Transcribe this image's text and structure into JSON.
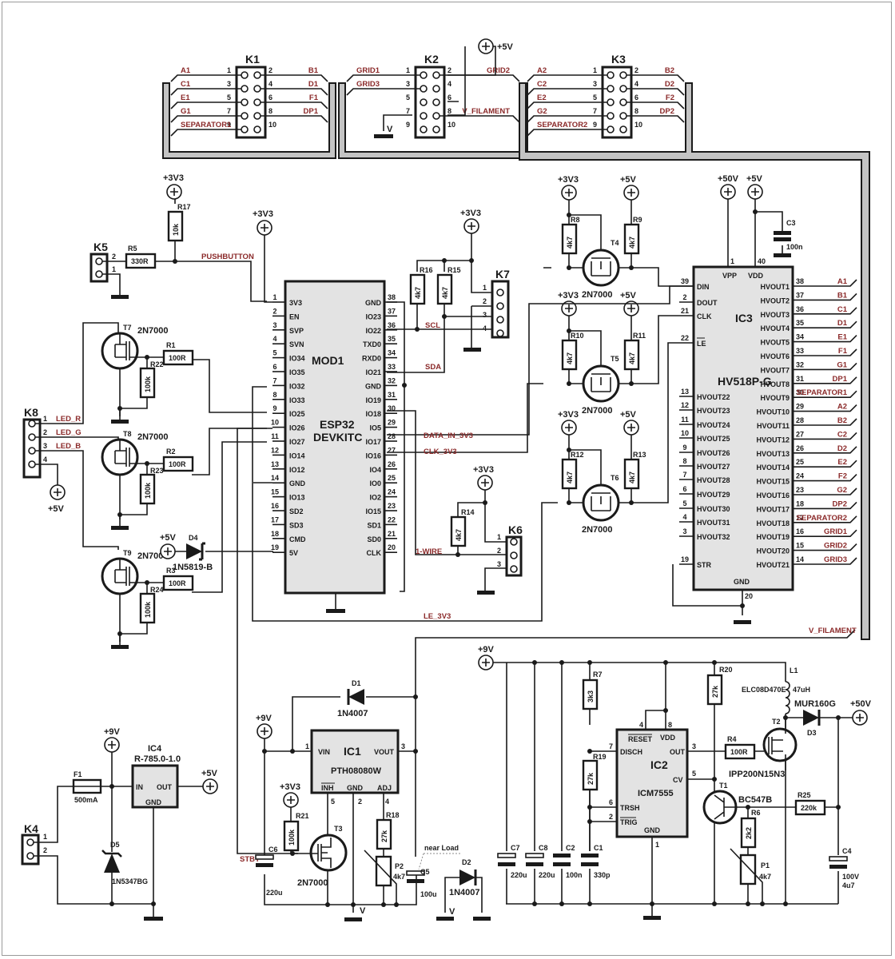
{
  "supplies": {
    "p3v3": "+3V3",
    "p5v": "+5V",
    "p9v": "+9V",
    "p50v": "+50V",
    "v": "V"
  },
  "connectors": {
    "K1": {
      "ref": "K1",
      "left_nets": [
        "A1",
        "C1",
        "E1",
        "G1",
        "SEPARATOR1"
      ],
      "right_nets": [
        "B1",
        "D1",
        "F1",
        "DP1",
        ""
      ],
      "left_pins": [
        "1",
        "3",
        "5",
        "7",
        "9"
      ],
      "right_pins": [
        "2",
        "4",
        "6",
        "8",
        "10"
      ]
    },
    "K2": {
      "ref": "K2",
      "left_nets": [
        "GRID1",
        "GRID3",
        "",
        "",
        ""
      ],
      "right_nets": [
        "GRID2",
        "",
        "",
        "V_FILAMENT",
        ""
      ],
      "left_pins": [
        "1",
        "3",
        "5",
        "7",
        "9"
      ],
      "right_pins": [
        "2",
        "4",
        "6",
        "8",
        "10"
      ]
    },
    "K3": {
      "ref": "K3",
      "left_nets": [
        "A2",
        "C2",
        "E2",
        "G2",
        "SEPARATOR2"
      ],
      "right_nets": [
        "B2",
        "D2",
        "F2",
        "DP2",
        ""
      ],
      "left_pins": [
        "1",
        "3",
        "5",
        "7",
        "9"
      ],
      "right_pins": [
        "2",
        "4",
        "6",
        "8",
        "10"
      ]
    },
    "K4": {
      "ref": "K4",
      "pins": [
        "1",
        "2"
      ]
    },
    "K5": {
      "ref": "K5",
      "pins": [
        "2",
        "1"
      ]
    },
    "K6": {
      "ref": "K6",
      "pins": [
        "1",
        "2",
        "3"
      ]
    },
    "K7": {
      "ref": "K7",
      "pins": [
        "1",
        "2",
        "3",
        "4"
      ]
    },
    "K8": {
      "ref": "K8",
      "pins": [
        "1",
        "2",
        "3",
        "4"
      ],
      "nets": [
        "LED_R",
        "LED_G",
        "LED_B",
        ""
      ]
    }
  },
  "mod1": {
    "ref": "MOD1",
    "name_line1": "ESP32",
    "name_line2": "DEVKITC",
    "left_pins": [
      {
        "n": "1",
        "name": "3V3"
      },
      {
        "n": "2",
        "name": "EN"
      },
      {
        "n": "3",
        "name": "SVP"
      },
      {
        "n": "4",
        "name": "SVN"
      },
      {
        "n": "5",
        "name": "IO34"
      },
      {
        "n": "6",
        "name": "IO35"
      },
      {
        "n": "7",
        "name": "IO32"
      },
      {
        "n": "8",
        "name": "IO33"
      },
      {
        "n": "9",
        "name": "IO25"
      },
      {
        "n": "10",
        "name": "IO26"
      },
      {
        "n": "11",
        "name": "IO27"
      },
      {
        "n": "12",
        "name": "IO14"
      },
      {
        "n": "13",
        "name": "IO12"
      },
      {
        "n": "14",
        "name": "GND"
      },
      {
        "n": "15",
        "name": "IO13"
      },
      {
        "n": "16",
        "name": "SD2"
      },
      {
        "n": "17",
        "name": "SD3"
      },
      {
        "n": "18",
        "name": "CMD"
      },
      {
        "n": "19",
        "name": "5V"
      }
    ],
    "right_pins": [
      {
        "n": "38",
        "name": "GND"
      },
      {
        "n": "37",
        "name": "IO23"
      },
      {
        "n": "36",
        "name": "IO22"
      },
      {
        "n": "35",
        "name": "TXD0"
      },
      {
        "n": "34",
        "name": "RXD0"
      },
      {
        "n": "33",
        "name": "IO21"
      },
      {
        "n": "32",
        "name": "GND"
      },
      {
        "n": "31",
        "name": "IO19"
      },
      {
        "n": "30",
        "name": "IO18"
      },
      {
        "n": "29",
        "name": "IO5"
      },
      {
        "n": "28",
        "name": "IO17"
      },
      {
        "n": "27",
        "name": "IO16"
      },
      {
        "n": "26",
        "name": "IO4"
      },
      {
        "n": "25",
        "name": "IO0"
      },
      {
        "n": "24",
        "name": "IO2"
      },
      {
        "n": "23",
        "name": "IO15"
      },
      {
        "n": "22",
        "name": "SD1"
      },
      {
        "n": "21",
        "name": "SD0"
      },
      {
        "n": "20",
        "name": "CLK"
      }
    ]
  },
  "ic3": {
    "ref": "IC3",
    "part": "HV518P-G",
    "top_pins": [
      {
        "n": "1",
        "name": "VPP"
      },
      {
        "n": "40",
        "name": "VDD"
      }
    ],
    "left_pins": [
      {
        "n": "39",
        "name": "DIN"
      },
      {
        "n": "2",
        "name": "DOUT"
      },
      {
        "n": "21",
        "name": "CLK"
      },
      {
        "n": "22",
        "name": "LE",
        "overline": true
      },
      {
        "n": "13",
        "name": "HVOUT22"
      },
      {
        "n": "12",
        "name": "HVOUT23"
      },
      {
        "n": "11",
        "name": "HVOUT24"
      },
      {
        "n": "10",
        "name": "HVOUT25"
      },
      {
        "n": "9",
        "name": "HVOUT26"
      },
      {
        "n": "8",
        "name": "HVOUT27"
      },
      {
        "n": "7",
        "name": "HVOUT28"
      },
      {
        "n": "6",
        "name": "HVOUT29"
      },
      {
        "n": "5",
        "name": "HVOUT30"
      },
      {
        "n": "4",
        "name": "HVOUT31"
      },
      {
        "n": "3",
        "name": "HVOUT32"
      },
      {
        "n": "19",
        "name": "STR"
      }
    ],
    "right_pins": [
      {
        "n": "38",
        "name": "HVOUT1",
        "net": "A1"
      },
      {
        "n": "37",
        "name": "HVOUT2",
        "net": "B1"
      },
      {
        "n": "36",
        "name": "HVOUT3",
        "net": "C1"
      },
      {
        "n": "35",
        "name": "HVOUT4",
        "net": "D1"
      },
      {
        "n": "34",
        "name": "HVOUT5",
        "net": "E1"
      },
      {
        "n": "33",
        "name": "HVOUT6",
        "net": "F1"
      },
      {
        "n": "32",
        "name": "HVOUT7",
        "net": "G1"
      },
      {
        "n": "31",
        "name": "HVOUT8",
        "net": "DP1"
      },
      {
        "n": "30",
        "name": "HVOUT9",
        "net": "SEPARATOR1"
      },
      {
        "n": "29",
        "name": "HVOUT10",
        "net": "A2"
      },
      {
        "n": "28",
        "name": "HVOUT11",
        "net": "B2"
      },
      {
        "n": "27",
        "name": "HVOUT12",
        "net": "C2"
      },
      {
        "n": "26",
        "name": "HVOUT13",
        "net": "D2"
      },
      {
        "n": "25",
        "name": "HVOUT14",
        "net": "E2"
      },
      {
        "n": "24",
        "name": "HVOUT15",
        "net": "F2"
      },
      {
        "n": "23",
        "name": "HVOUT16",
        "net": "G2"
      },
      {
        "n": "18",
        "name": "HVOUT17",
        "net": "DP2"
      },
      {
        "n": "17",
        "name": "HVOUT18",
        "net": "SEPARATOR2"
      },
      {
        "n": "16",
        "name": "HVOUT19",
        "net": "GRID1"
      },
      {
        "n": "15",
        "name": "HVOUT20",
        "net": "GRID2"
      },
      {
        "n": "14",
        "name": "HVOUT21",
        "net": "GRID3"
      }
    ],
    "bottom_pin": {
      "n": "20",
      "name": "GND"
    }
  },
  "ic1": {
    "ref": "IC1",
    "part": "PTH08080W",
    "pins": {
      "vin": "VIN",
      "vout": "VOUT",
      "inh": "INH",
      "gnd": "GND",
      "adj": "ADJ"
    },
    "pin_numbers": {
      "vin": "1",
      "vout": "3",
      "inh": "5",
      "gnd": "2",
      "adj": "4"
    }
  },
  "ic2": {
    "ref": "IC2",
    "part": "ICM7555",
    "pins": {
      "reset": "RESET",
      "vdd": "VDD",
      "disch": "DISCH",
      "out": "OUT",
      "cv": "CV",
      "trsh": "TRSH",
      "trig": "TRIG",
      "gnd": "GND"
    },
    "pin_numbers": {
      "reset": "4",
      "vdd": "8",
      "disch": "7",
      "out": "3",
      "cv": "5",
      "trsh": "6",
      "trig": "2",
      "gnd": "1"
    }
  },
  "ic4": {
    "ref": "IC4",
    "part": "R-785.0-1.0",
    "pins": {
      "in": "IN",
      "out": "OUT",
      "gnd": "GND"
    }
  },
  "resistors": {
    "R1": {
      "ref": "R1",
      "value": "100R"
    },
    "R2": {
      "ref": "R2",
      "value": "100R"
    },
    "R3": {
      "ref": "R3",
      "value": "100R"
    },
    "R4": {
      "ref": "R4",
      "value": "100R"
    },
    "R5": {
      "ref": "R5",
      "value": "330R"
    },
    "R6": {
      "ref": "R6",
      "value": "2k2"
    },
    "R7": {
      "ref": "R7",
      "value": "3k3"
    },
    "R8": {
      "ref": "R8",
      "value": "4k7"
    },
    "R9": {
      "ref": "R9",
      "value": "4k7"
    },
    "R10": {
      "ref": "R10",
      "value": "4k7"
    },
    "R11": {
      "ref": "R11",
      "value": "4k7"
    },
    "R12": {
      "ref": "R12",
      "value": "4k7"
    },
    "R13": {
      "ref": "R13",
      "value": "4k7"
    },
    "R14": {
      "ref": "R14",
      "value": "4k7"
    },
    "R15": {
      "ref": "R15",
      "value": "4k7"
    },
    "R16": {
      "ref": "R16",
      "value": "4k7"
    },
    "R17": {
      "ref": "R17",
      "value": "10k"
    },
    "R18": {
      "ref": "R18",
      "value": "27k"
    },
    "R19": {
      "ref": "R19",
      "value": "27k"
    },
    "R20": {
      "ref": "R20",
      "value": "27k"
    },
    "R21": {
      "ref": "R21",
      "value": "100k"
    },
    "R22": {
      "ref": "R22",
      "value": "100k"
    },
    "R23": {
      "ref": "R23",
      "value": "100k"
    },
    "R24": {
      "ref": "R24",
      "value": "100k"
    },
    "R25": {
      "ref": "R25",
      "value": "220k"
    }
  },
  "pots": {
    "P1": {
      "ref": "P1",
      "value": "4k7"
    },
    "P2": {
      "ref": "P2",
      "value": "4k7"
    }
  },
  "capacitors": {
    "C1": {
      "ref": "C1",
      "value": "330p"
    },
    "C2": {
      "ref": "C2",
      "value": "100n"
    },
    "C3": {
      "ref": "C3",
      "value": "100n"
    },
    "C4": {
      "ref": "C4",
      "value": "100V",
      "value2": "4u7"
    },
    "C5": {
      "ref": "C5",
      "value": "100u"
    },
    "C6": {
      "ref": "C6",
      "value": "220u"
    },
    "C7": {
      "ref": "C7",
      "value": "220u"
    },
    "C8": {
      "ref": "C8",
      "value": "220u"
    }
  },
  "transistors": {
    "T1": {
      "ref": "T1",
      "part": "BC547B"
    },
    "T2": {
      "ref": "T2",
      "part": "IPP200N15N3"
    },
    "T3": {
      "ref": "T3",
      "part": "2N7000"
    },
    "T4": {
      "ref": "T4",
      "part": "2N7000"
    },
    "T5": {
      "ref": "T5",
      "part": "2N7000"
    },
    "T6": {
      "ref": "T6",
      "part": "2N7000"
    },
    "T7": {
      "ref": "T7",
      "part": "2N7000"
    },
    "T8": {
      "ref": "T8",
      "part": "2N7000"
    },
    "T9": {
      "ref": "T9",
      "part": "2N7000"
    }
  },
  "diodes": {
    "D1": {
      "ref": "D1",
      "part": "1N4007"
    },
    "D2": {
      "ref": "D2",
      "part": "1N4007"
    },
    "D3": {
      "ref": "D3",
      "part": "MUR160G"
    },
    "D4": {
      "ref": "D4",
      "part": "1N5819-B"
    },
    "D5": {
      "ref": "D5",
      "part": "1N5347BG"
    }
  },
  "inductor": {
    "ref": "L1",
    "part": "ELC08D470E",
    "value": "47uH"
  },
  "fuse": {
    "ref": "F1",
    "value": "500mA"
  },
  "nets": {
    "pushbutton": "PUSHBUTTON",
    "scl": "SCL",
    "sda": "SDA",
    "data_in": "DATA_IN_3V3",
    "clk": "CLK_3V3",
    "onewire": "1-WIRE",
    "le": "LE_3V3",
    "vfil": "V_FILAMENT",
    "stby": "STBY",
    "near_load": "near Load"
  }
}
